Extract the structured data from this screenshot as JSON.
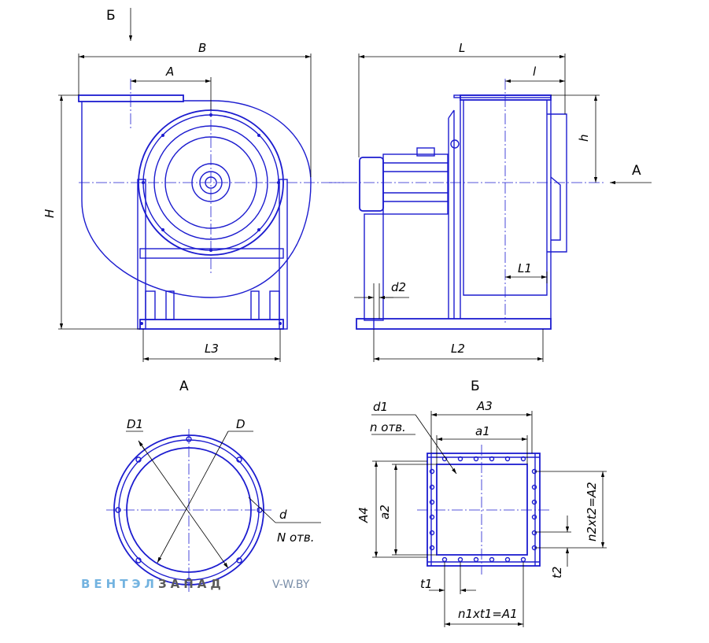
{
  "views": {
    "section_A": "А",
    "section_B": "Б",
    "arrow_A": "А",
    "arrow_B": "Б"
  },
  "dimensions": {
    "B": "B",
    "A": "A",
    "H": "H",
    "L3": "L3",
    "L": "L",
    "l": "l",
    "h": "h",
    "L1": "L1",
    "L2": "L2",
    "d2": "d2",
    "D1": "D1",
    "D": "D",
    "d": "d",
    "N_holes": "N отв.",
    "d1": "d1",
    "n_holes": "n отв.",
    "A3": "A3",
    "a1": "a1",
    "A4": "A4",
    "a2": "a2",
    "n2t2": "n2xt2=A2",
    "t2": "t2",
    "t1": "t1",
    "n1t1": "n1xt1=A1"
  },
  "watermark": {
    "brand_part1": "ВЕНТЭЛ",
    "brand_part2": "ЗАПАД",
    "site": "V-W.BY"
  },
  "colors": {
    "line": "#1c1ccf",
    "brand_blue": "#73b3e0",
    "brand_gray": "#5a5a5a"
  }
}
